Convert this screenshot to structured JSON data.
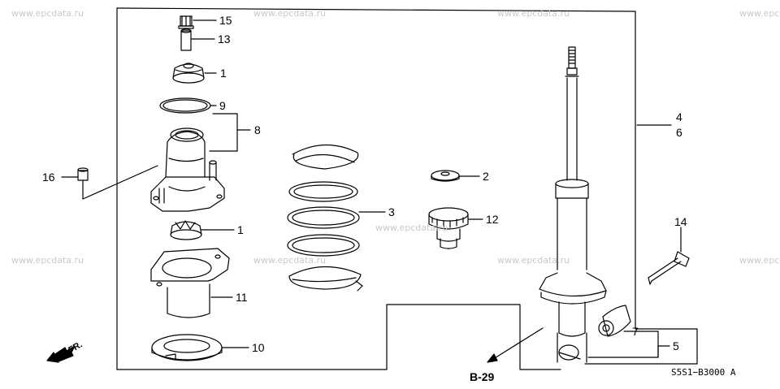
{
  "watermarks": [
    "www.epcdata.ru",
    "www.epcdata.ru",
    "www.epcdata.ru",
    "www.epc",
    "www.epcdata.ru",
    "www.epcdata.ru",
    "www.epcdata.ru",
    "www.epcdata.ru",
    "www.epc"
  ],
  "callouts": {
    "c15": "15",
    "c13": "13",
    "c1a": "1",
    "c9": "9",
    "c8": "8",
    "c16": "16",
    "c1b": "1",
    "c11": "11",
    "c10": "10",
    "c3": "3",
    "c2": "2",
    "c12": "12",
    "c4": "4",
    "c6": "6",
    "c14": "14",
    "c7": "7",
    "c5": "5"
  },
  "reference": "B-29",
  "front_marker": "FR.",
  "diagram_code": "S5S1−B3000",
  "diagram_code_suffix": "A"
}
